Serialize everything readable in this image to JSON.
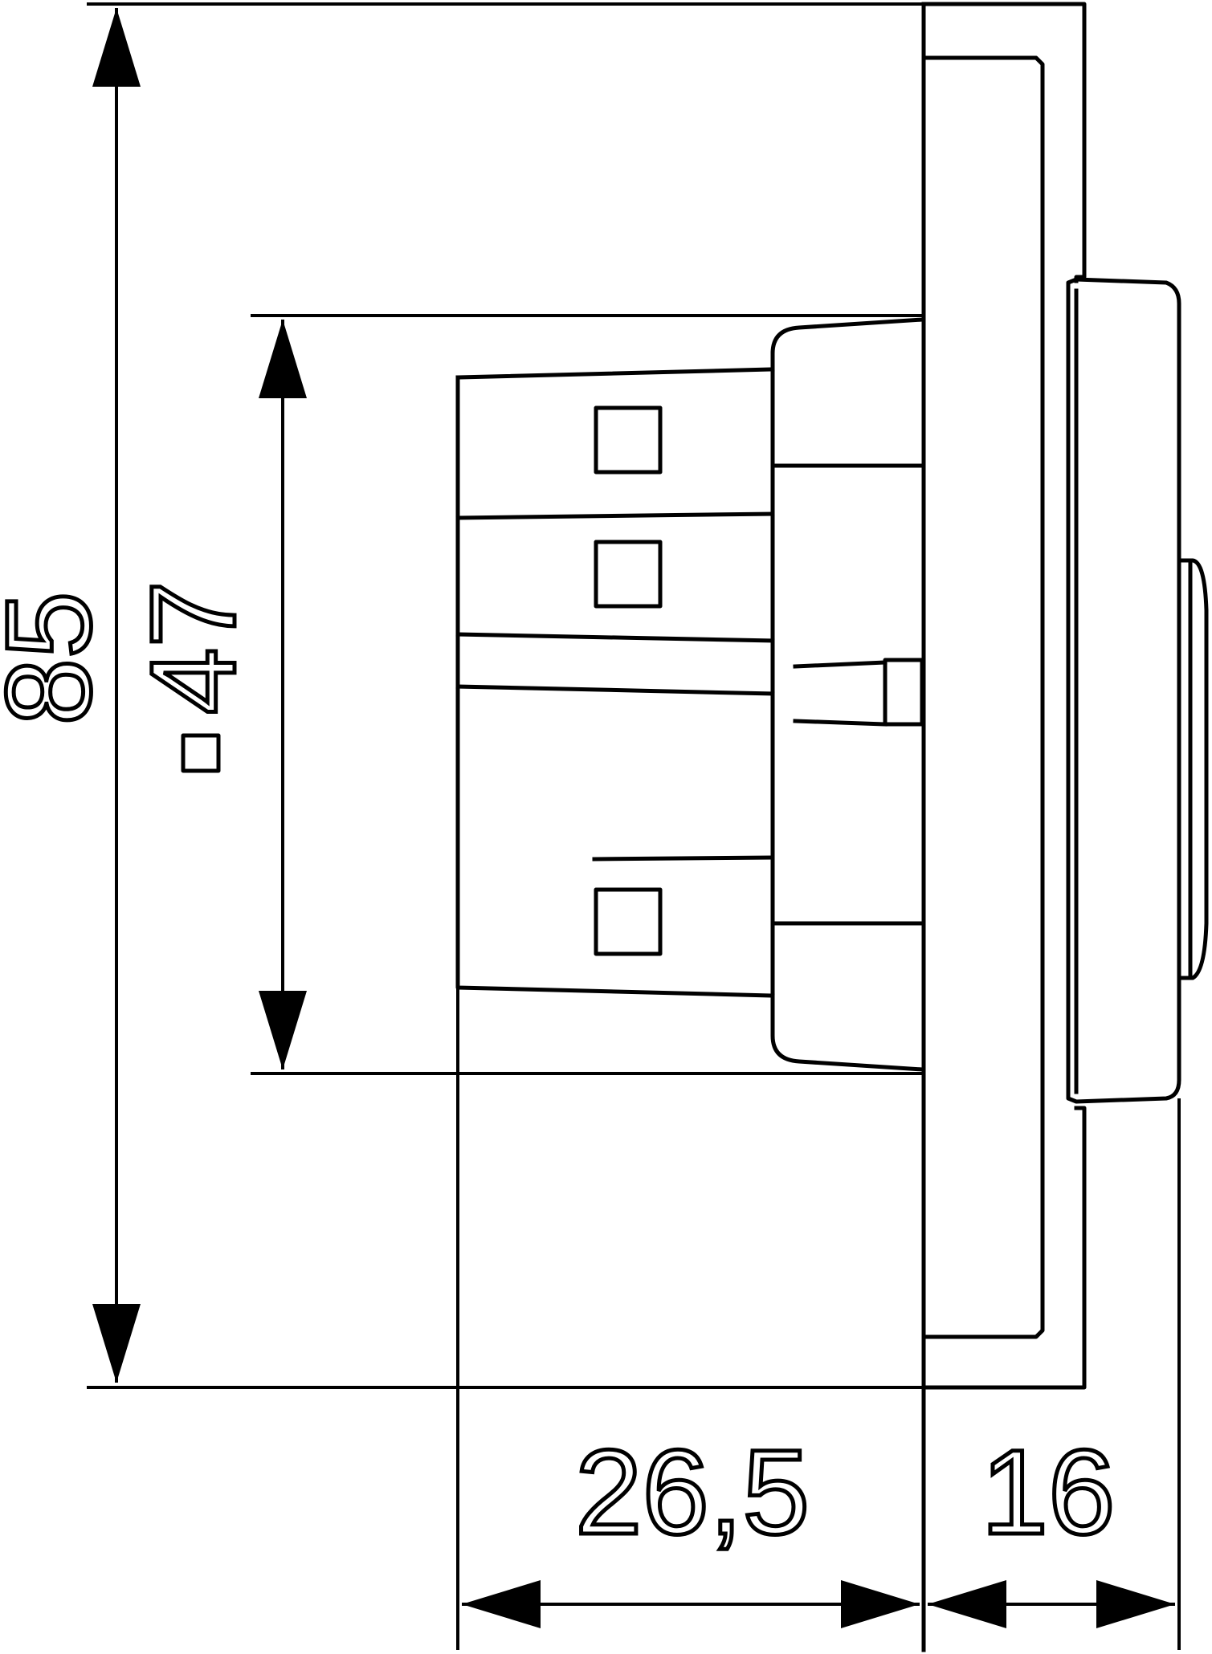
{
  "dimensions": {
    "height_overall": "85",
    "insert_square": "47",
    "insert_square_symbol": "▫",
    "depth_insert": "26,5",
    "depth_frame": "16"
  }
}
